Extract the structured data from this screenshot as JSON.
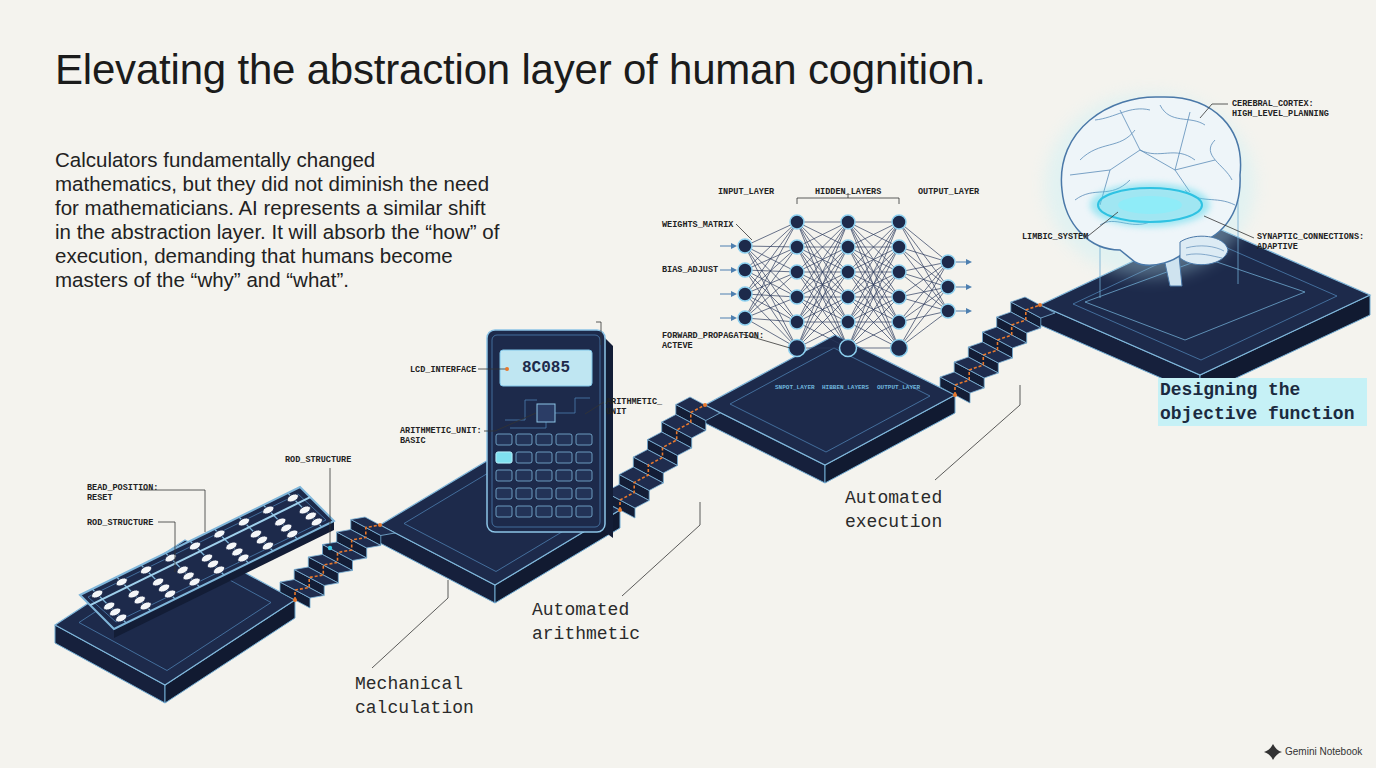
{
  "diagram": {
    "title": "Elevating the abstraction layer of human cognition.",
    "caption": "Calculators fundamentally changed mathematics, but they did not diminish the need for mathematicians. AI represents a similar shift in the abstraction layer. It will absorb the “how” of execution, demanding that humans become masters of the “why” and “what”.",
    "nodes": [
      {
        "text": [
          "Mechanical calculation"
        ]
      },
      {
        "text": [
          "Automated arithmetic"
        ]
      },
      {
        "text": [
          "Automated execution"
        ]
      },
      {
        "text": [
          "Designing the objective function"
        ]
      }
    ],
    "edges": [
      {
        "from": 0,
        "to": 1,
        "arrow": "none"
      },
      {
        "from": 1,
        "to": 2,
        "arrow": "none"
      },
      {
        "from": 2,
        "to": 3,
        "arrow": "none"
      }
    ],
    "labels": [
      "CEREBRAL_CORTEX: HIGH_LEVEL_PLANNING",
      "INPUT_LAYER",
      "HIDDEN_LAYERS",
      "OUTPUT_LAYER",
      "WEIGHTS_MATRIX",
      "LIMBIC_SYSTEM",
      "SYNAPTIC_CONNECTIONS: ADAPTIVE",
      "BIAS_ADJUST",
      "FORWARD_PROPAGATION: ACTEVE",
      "LCD_INTERFACE",
      "8C085",
      "ARITHMETIC_ UNIT",
      "SNPOT_LAYER",
      "HIBBEN_LAYERS",
      "OUTPUT_LAYER",
      "ARITHMETIC_UNIT: BASIC",
      "ROD_STRUCTURE",
      "BEAD_POSITION: RESET",
      "ROD_STRUCTURE",
      "Gemini Notebook"
    ]
  }
}
